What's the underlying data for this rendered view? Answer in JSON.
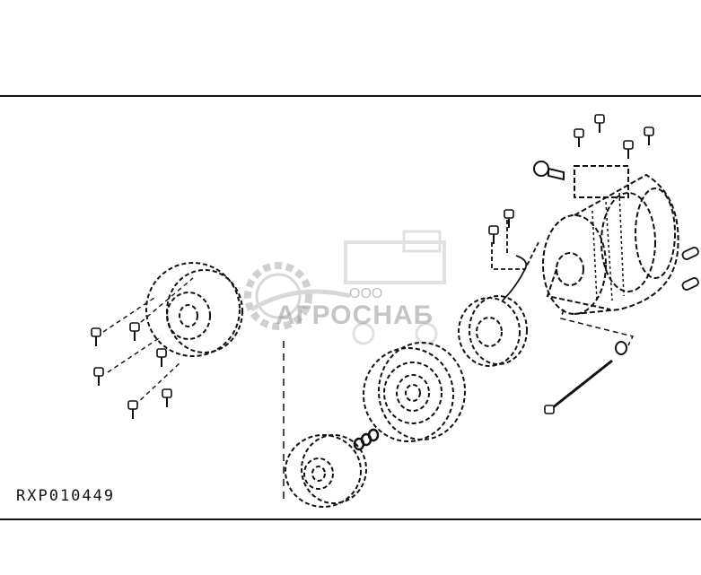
{
  "figure": {
    "reference_code": "RXP010449"
  },
  "watermark": {
    "org_form": "ООО",
    "brand": "АГРОСНАБ"
  },
  "colors": {
    "ink": "#111111",
    "watermark": "#999999",
    "watermark_accent": "#bbbbbb"
  }
}
